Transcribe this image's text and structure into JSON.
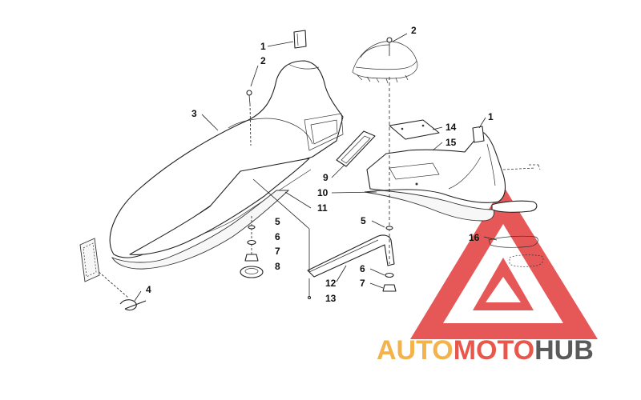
{
  "callouts": [
    {
      "id": "c1a",
      "label": "1"
    },
    {
      "id": "c2a",
      "label": "2"
    },
    {
      "id": "c3",
      "label": "3"
    },
    {
      "id": "c2b",
      "label": "2"
    },
    {
      "id": "c14",
      "label": "14"
    },
    {
      "id": "c15",
      "label": "15"
    },
    {
      "id": "c1b",
      "label": "1"
    },
    {
      "id": "c9",
      "label": "9"
    },
    {
      "id": "c10",
      "label": "10"
    },
    {
      "id": "c11",
      "label": "11"
    },
    {
      "id": "c5a",
      "label": "5"
    },
    {
      "id": "c6a",
      "label": "6"
    },
    {
      "id": "c7a",
      "label": "7"
    },
    {
      "id": "c8",
      "label": "8"
    },
    {
      "id": "c5b",
      "label": "5"
    },
    {
      "id": "c16",
      "label": "16"
    },
    {
      "id": "c12",
      "label": "12"
    },
    {
      "id": "c6b",
      "label": "6"
    },
    {
      "id": "c7b",
      "label": "7"
    },
    {
      "id": "c13",
      "label": "13"
    },
    {
      "id": "c4",
      "label": "4"
    }
  ],
  "watermark": {
    "part1": "AUTO",
    "part2": "MOTO",
    "part3": "HUB",
    "color1": "#f4b24b",
    "color2": "#e8564c",
    "color3": "#5a5a5a",
    "logo_color": "#e23b3b"
  }
}
